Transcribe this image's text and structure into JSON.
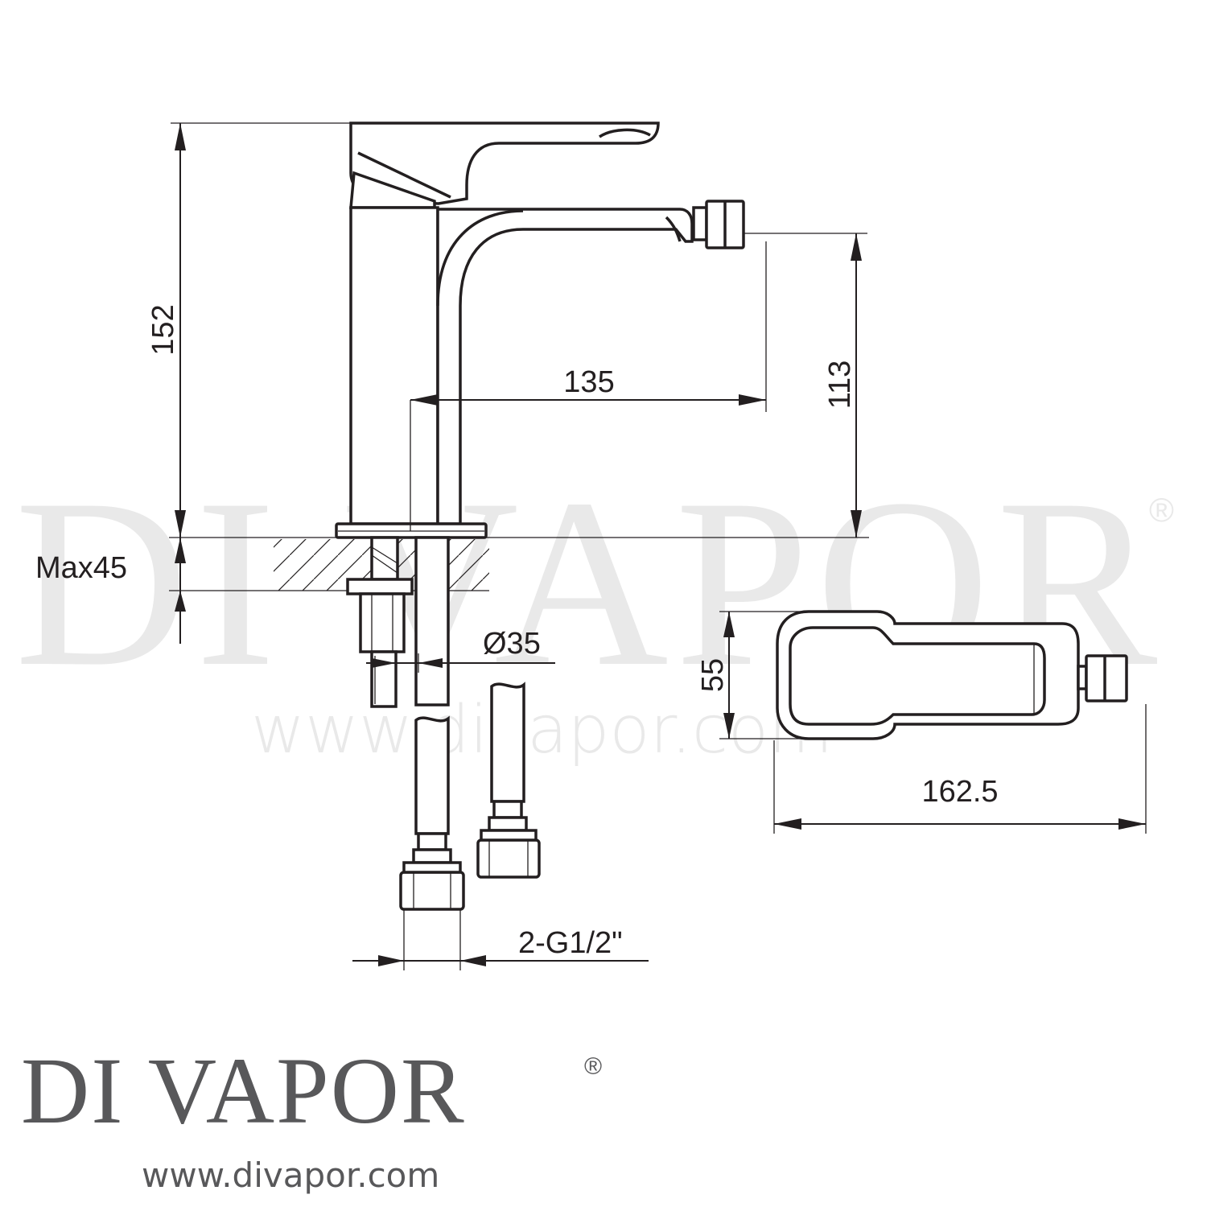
{
  "dimensions": {
    "overall_height": "152",
    "spout_height": "113",
    "spout_reach": "135",
    "max_deck": "Max45",
    "hole_diameter": "Ø35",
    "connection": "2-G1/2\"",
    "top_depth": "55",
    "top_length": "162.5"
  },
  "watermark": {
    "brand": "DI VAPOR",
    "registered": "®",
    "url": "www.divapor.com"
  },
  "logo": {
    "brand": "DI VAPOR",
    "registered": "®",
    "url": "www.divapor.com"
  },
  "colors": {
    "line": "#231f20",
    "logo": "#58585a",
    "watermark": "#e9e9e9"
  }
}
